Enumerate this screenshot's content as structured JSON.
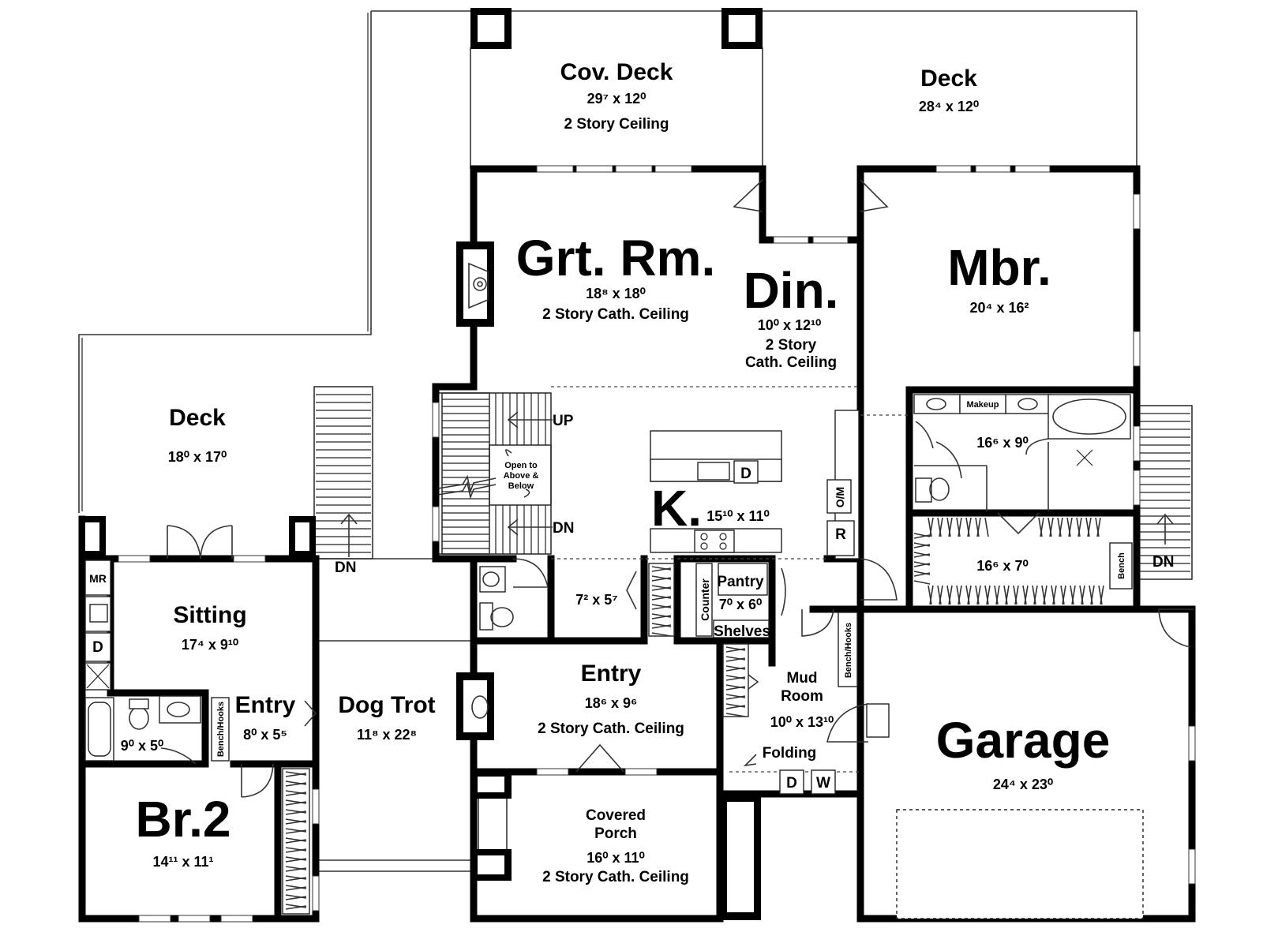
{
  "rooms": {
    "cov_deck": {
      "name": "Cov. Deck",
      "dim": "29⁷ x 12⁰",
      "note": "2 Story Ceiling"
    },
    "deck_top": {
      "name": "Deck",
      "dim": "28⁴ x 12⁰"
    },
    "great_room": {
      "name": "Grt. Rm.",
      "dim": "18⁸ x 18⁰",
      "note": "2 Story Cath. Ceiling"
    },
    "dining": {
      "name": "Din.",
      "dim": "10⁰ x 12¹⁰",
      "note1": "2 Story",
      "note2": "Cath. Ceiling"
    },
    "master": {
      "name": "Mbr.",
      "dim": "20⁴ x 16²"
    },
    "deck_left": {
      "name": "Deck",
      "dim": "18⁰ x 17⁰"
    },
    "kitchen": {
      "name": "K.",
      "dim": "15¹⁰ x 11⁰"
    },
    "master_bath": {
      "dim": "16⁶ x 9⁰",
      "makeup": "Makeup"
    },
    "master_closet": {
      "dim": "16⁶ x 7⁰",
      "bench": "Bench"
    },
    "sitting": {
      "name": "Sitting",
      "dim": "17⁴ x 9¹⁰"
    },
    "hall_bath": {
      "dim": "7² x 5⁷"
    },
    "pantry": {
      "name": "Pantry",
      "dim": "7⁰ x 6⁰",
      "counter": "Counter",
      "shelves": "Shelves"
    },
    "entry_main": {
      "name": "Entry",
      "dim": "18⁶ x 9⁶",
      "note": "2 Story Cath. Ceiling"
    },
    "mud_room": {
      "name1": "Mud",
      "name2": "Room",
      "dim": "10⁰ x 13¹⁰",
      "bench": "Bench/Hooks",
      "folding": "Folding",
      "dryer": "D",
      "washer": "W"
    },
    "garage": {
      "name": "Garage",
      "dim": "24⁴ x 23⁰"
    },
    "entry_left": {
      "name": "Entry",
      "dim": "8⁰ x 5⁵",
      "bench": "Bench/Hooks"
    },
    "dog_trot": {
      "name": "Dog Trot",
      "dim": "11⁸ x 22⁸"
    },
    "bath2": {
      "dim": "9⁰ x 5⁰"
    },
    "bedroom2": {
      "name": "Br.2",
      "dim": "14¹¹ x 11¹"
    },
    "covered_porch": {
      "name1": "Covered",
      "name2": "Porch",
      "dim": "16⁰ x 11⁰",
      "note": "2 Story Cath. Ceiling"
    }
  },
  "labels": {
    "up": "UP",
    "dn_stair": "DN",
    "dn_left": "DN",
    "dn_right": "DN",
    "open_1": "Open to",
    "open_2": "Above &",
    "open_3": "Below",
    "kitchen_d": "D",
    "oven_micro": "O/M",
    "fridge": "R",
    "mr": "MR",
    "sitting_d": "D"
  }
}
